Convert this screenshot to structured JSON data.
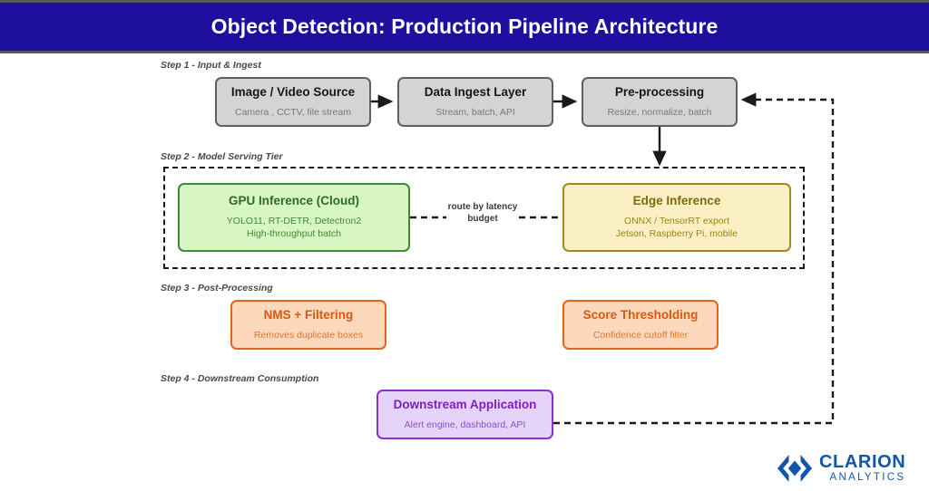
{
  "header": {
    "title": "Object Detection: Production Pipeline Architecture",
    "bg_color": "#1f0f9e",
    "text_color": "#ffffff"
  },
  "steps": [
    {
      "label": "Step 1 - Input & Ingest"
    },
    {
      "label": "Step 2 - Model Serving Tier"
    },
    {
      "label": "Step 3 - Post-Processing"
    },
    {
      "label": "Step 4 - Downstream Consumption"
    }
  ],
  "nodes": {
    "image_video_source": {
      "title": "Image / Video Source",
      "subtitle": "Camera , CCTV, file stream",
      "color": "#d4d4d4"
    },
    "data_ingest_layer": {
      "title": "Data Ingest Layer",
      "subtitle": "Stream, batch, API",
      "color": "#d4d4d4"
    },
    "pre_processing": {
      "title": "Pre-processing",
      "subtitle": "Resize, normalize, batch",
      "color": "#d4d4d4"
    },
    "gpu_inference": {
      "title": "GPU Inference (Cloud)",
      "subtitle_line1": "YOLO11, RT-DETR, Detectron2",
      "subtitle_line2": "High-throughput batch",
      "color": "#d8f5c4"
    },
    "edge_inference": {
      "title": "Edge Inference",
      "subtitle_line1": "ONNX / TensorRT export",
      "subtitle_line2": "Jetson, Raspberry Pi, mobile",
      "color": "#fbf0c4"
    },
    "nms_filtering": {
      "title": "NMS + Filtering",
      "subtitle": "Removes duplicate boxes",
      "color": "#fcd8bd"
    },
    "score_thresholding": {
      "title": "Score Thresholding",
      "subtitle": "Confidence cutoff filter",
      "color": "#fcd8bd"
    },
    "downstream_application": {
      "title": "Downstream Application",
      "subtitle": "Alert engine, dashboard, API",
      "color": "#e6d3fa"
    }
  },
  "connectors": {
    "route_label": "route by latency budget"
  },
  "brand": {
    "name": "CLARION",
    "tagline": "ANALYTICS",
    "color": "#1256ab",
    "icon": "diamond-chevron-logo"
  }
}
